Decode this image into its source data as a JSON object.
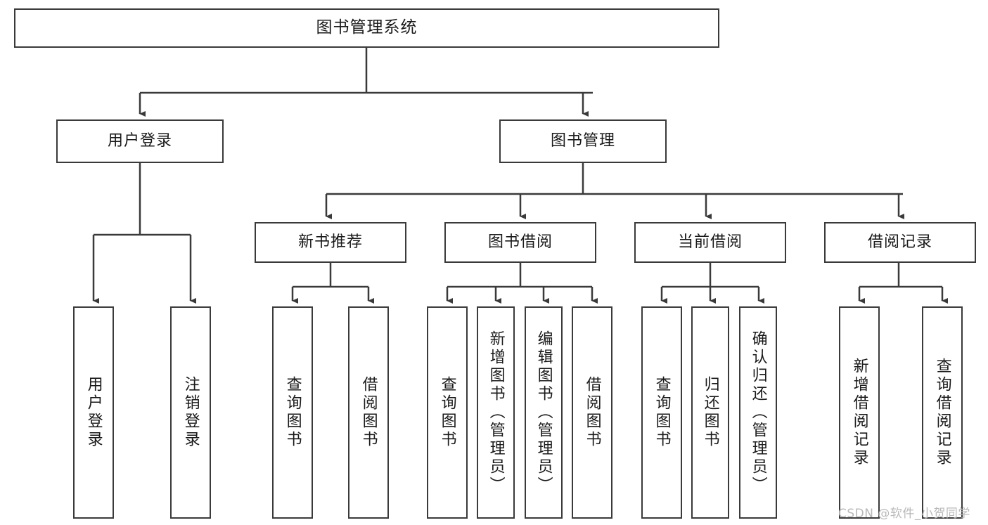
{
  "diagram": {
    "type": "tree-hierarchy-chart",
    "title": "图书管理系统",
    "stroke_color": "#3a3a3a",
    "text_color": "#1a1a1a",
    "background": "#ffffff",
    "root": {
      "label": "图书管理系统"
    },
    "level1": [
      {
        "label": "用户登录"
      },
      {
        "label": "图书管理"
      }
    ],
    "level2": [
      {
        "label": "新书推荐"
      },
      {
        "label": "图书借阅"
      },
      {
        "label": "当前借阅"
      },
      {
        "label": "借阅记录"
      }
    ],
    "leaves": {
      "user_login": [
        {
          "label": "用户登录"
        },
        {
          "label": "注销登录"
        }
      ],
      "new_book_recommend": [
        {
          "label": "查询图书"
        },
        {
          "label": "借阅图书"
        }
      ],
      "book_borrow": [
        {
          "label": "查询图书"
        },
        {
          "label": "新增图书（管理员）"
        },
        {
          "label": "编辑图书（管理员）"
        },
        {
          "label": "借阅图书"
        }
      ],
      "current_borrow": [
        {
          "label": "查询图书"
        },
        {
          "label": "归还图书"
        },
        {
          "label": "确认归还（管理员）"
        }
      ],
      "borrow_record": [
        {
          "label": "新增借阅记录"
        },
        {
          "label": "查询借阅记录"
        }
      ]
    }
  },
  "watermark": {
    "text": "CSDN @软件_小贺同学",
    "color": "#b9b9b9"
  }
}
